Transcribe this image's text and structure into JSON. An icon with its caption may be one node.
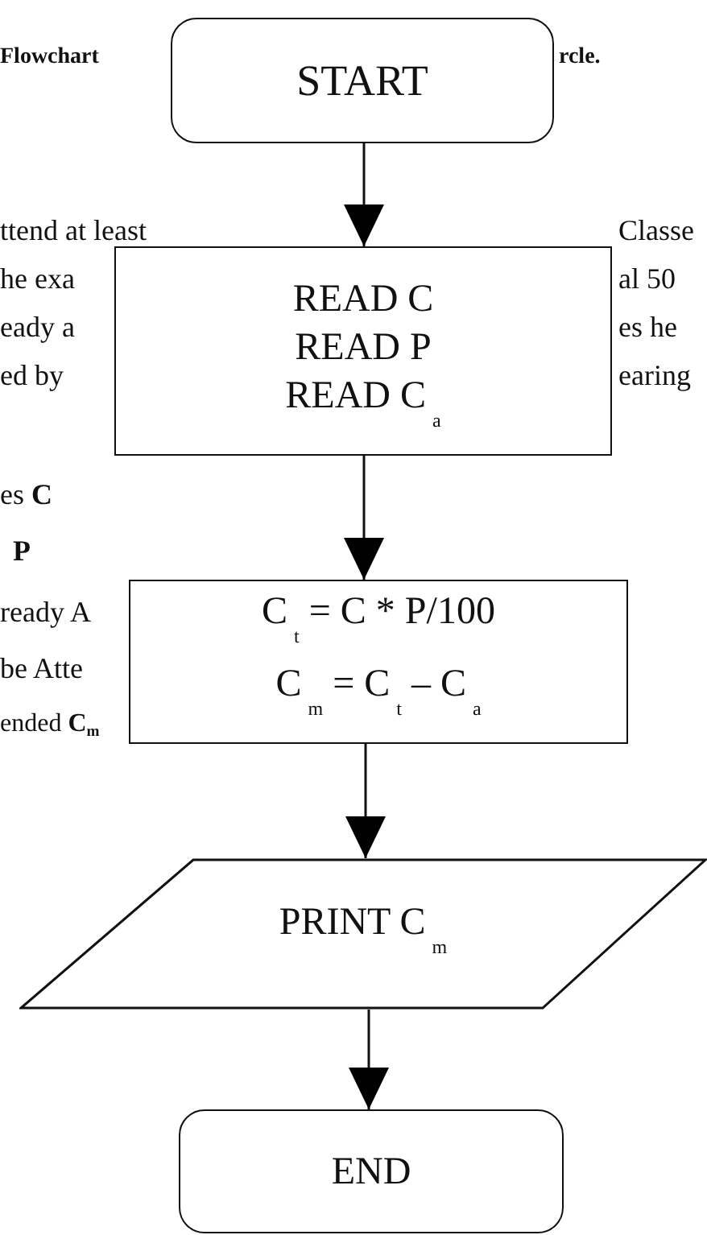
{
  "diagram": {
    "nodes": [
      {
        "text": [
          "START"
        ]
      },
      {
        "text": [
          "READ C",
          "READ P",
          "READ C$_{a}$"
        ]
      },
      {
        "text": [
          "C$_{t}$ = C * P/100",
          "C$_{m}$ = C$_{t}$ – C$_{a}$"
        ]
      },
      {
        "text": [
          "PRINT C$_{m}$"
        ]
      },
      {
        "text": [
          "END"
        ]
      }
    ],
    "edges": [
      {
        "from": 0,
        "to": 1,
        "arrow": "to"
      },
      {
        "from": 1,
        "to": 2,
        "arrow": "to"
      },
      {
        "from": 2,
        "to": 3,
        "arrow": "to"
      },
      {
        "from": 3,
        "to": 4,
        "arrow": "to"
      }
    ],
    "labels": [
      "Flowchart",
      "rcle.",
      "ttend at least",
      "Classe",
      "he exa",
      "al 50",
      "eady a",
      "es he",
      "ed by",
      "earing",
      "es **C**",
      "**P**",
      "ready A",
      "be Atte",
      "ended **C**$_{m}$"
    ]
  }
}
